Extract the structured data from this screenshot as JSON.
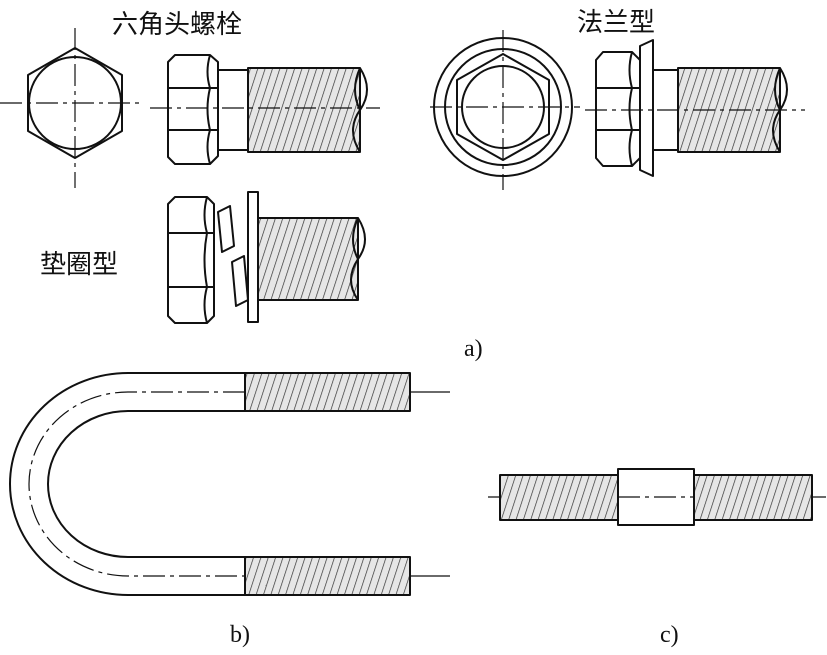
{
  "labels": {
    "hex_bolt": "六角头螺栓",
    "flange_type": "法兰型",
    "washer_type": "垫圈型",
    "sub_a": "a)",
    "sub_b": "b)",
    "sub_c": "c)"
  },
  "colors": {
    "stroke": "#111111",
    "thread_fill": "#d9d9d9",
    "background": "#ffffff"
  }
}
